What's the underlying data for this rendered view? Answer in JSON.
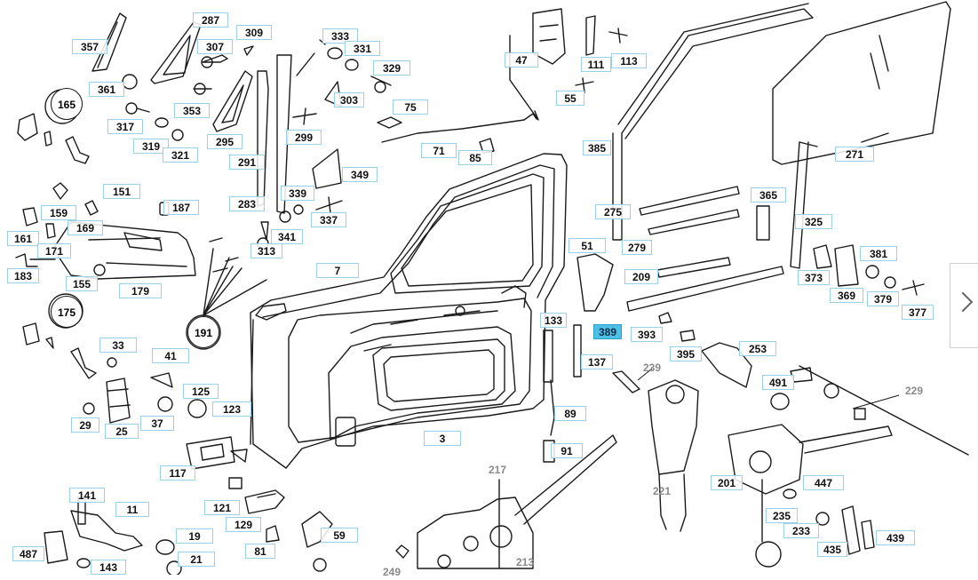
{
  "colors": {
    "callout_border": "#9ad0e8",
    "selected_fill": "#4cc0e6",
    "secondary_text": "#8a8a8a",
    "line": "#1a1a1a"
  },
  "navigation": {
    "next_icon": "chevron-right-icon"
  },
  "selected_part": "389",
  "callouts": {
    "c357": "357",
    "c287": "287",
    "c307": "307",
    "c309": "309",
    "c361": "361",
    "c165": "165",
    "c353": "353",
    "c317": "317",
    "c319": "319",
    "c321": "321",
    "c295": "295",
    "c291": "291",
    "c333": "333",
    "c331": "331",
    "c329": "329",
    "c303": "303",
    "c75": "75",
    "c299": "299",
    "c349": "349",
    "c339": "339",
    "c337": "337",
    "c341": "341",
    "c313": "313",
    "c283": "283",
    "c151": "151",
    "c187": "187",
    "c159": "159",
    "c169": "169",
    "c161": "161",
    "c171": "171",
    "c183": "183",
    "c155": "155",
    "c179": "179",
    "c175": "175",
    "c191": "191",
    "c7": "7",
    "c33": "33",
    "c41": "41",
    "c125": "125",
    "c123": "123",
    "c29": "29",
    "c25": "25",
    "c37": "37",
    "c117": "117",
    "c141": "141",
    "c11": "11",
    "c19": "19",
    "c21": "21",
    "c487": "487",
    "c143": "143",
    "c121": "121",
    "c129": "129",
    "c81": "81",
    "c59": "59",
    "c3": "3",
    "c217": "217",
    "c213": "213",
    "c249": "249",
    "c47": "47",
    "c111": "111",
    "c113": "113",
    "c55": "55",
    "c71": "71",
    "c85": "85",
    "c385": "385",
    "c271": "271",
    "c365": "365",
    "c275": "275",
    "c325": "325",
    "c279": "279",
    "c51": "51",
    "c381": "381",
    "c209": "209",
    "c373": "373",
    "c369": "369",
    "c379": "379",
    "c377": "377",
    "c133": "133",
    "c389": "389",
    "c393": "393",
    "c253": "253",
    "c395": "395",
    "c137": "137",
    "c239": "239",
    "c491": "491",
    "c229": "229",
    "c89": "89",
    "c91": "91",
    "c221": "221",
    "c201": "201",
    "c447": "447",
    "c235": "235",
    "c233": "233",
    "c439": "439",
    "c435": "435"
  }
}
